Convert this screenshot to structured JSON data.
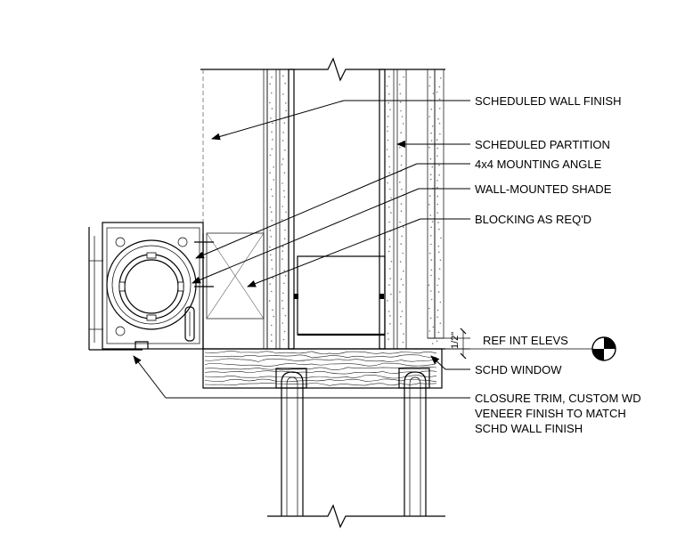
{
  "labels": {
    "scheduled_wall_finish": "SCHEDULED WALL FINISH",
    "scheduled_partition": "SCHEDULED PARTITION",
    "mounting_angle": "4x4 MOUNTING ANGLE",
    "wall_mounted_shade": "WALL-MOUNTED SHADE",
    "blocking": "BLOCKING AS REQ'D",
    "ref_int_elevs": "REF INT ELEVS",
    "schd_window": "SCHD WINDOW",
    "closure_line1": "CLOSURE TRIM, CUSTOM WD",
    "closure_line2": "VENEER FINISH TO MATCH",
    "closure_line3": "SCHD  WALL FINISH"
  },
  "dimension": {
    "value": "1/2\""
  }
}
